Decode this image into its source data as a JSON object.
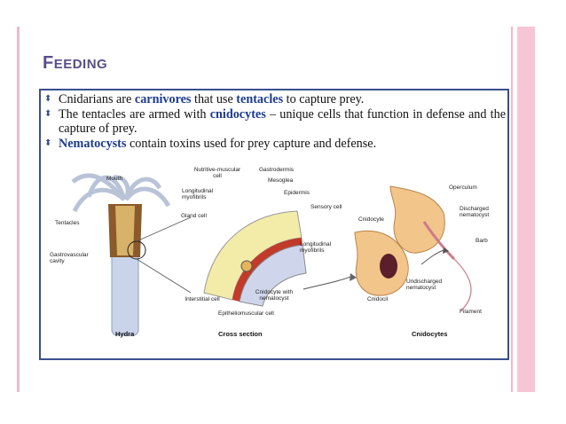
{
  "slide": {
    "title_first": "F",
    "title_rest": "EEDING",
    "bullets": [
      {
        "parts": [
          "Cnidarians are ",
          "carnivores",
          " that use ",
          "tentacles",
          " to capture prey."
        ]
      },
      {
        "parts": [
          "The tentacles are armed with ",
          "cnidocytes",
          " – unique cells that function in defense and the capture of prey."
        ]
      },
      {
        "parts": [
          "",
          "Nematocysts",
          " contain toxins used for prey capture and defense."
        ]
      }
    ]
  },
  "figure": {
    "labels": {
      "mouth": "Mouth",
      "tentacles": "Tentacles",
      "gastrovascular": "Gastrovascular cavity",
      "nutritive": "Nutritive-muscular cell",
      "gastrodermis": "Gastrodermis",
      "mesoglea": "Mesoglea",
      "longitudinal1": "Longitudinal myofibrils",
      "epidermis": "Epidermis",
      "gland": "Gland cell",
      "sensory": "Sensory cell",
      "longitudinal2": "Longitudinal myofibrils",
      "interstitial": "Interstitial cell",
      "cnidocyte_nem": "Cnidocyte with nematocyst",
      "epitheliomuscular": "Epitheliomuscular cell",
      "operculum": "Operculum",
      "cnidocyte": "Cnidocyte",
      "discharged": "Discharged nematocyst",
      "barb": "Barb",
      "undischarged": "Undischarged nematocyst",
      "cnidocil": "Cnidocil",
      "filament": "Filament"
    },
    "captions": {
      "hydra": "Hydra",
      "cross_section": "Cross section",
      "cnidocytes": "Cnidocytes"
    }
  },
  "colors": {
    "accent": "#3a4f8e",
    "highlight": "#1d3b8c",
    "title": "#5a4e8a",
    "pink": "#f7c6d6"
  }
}
